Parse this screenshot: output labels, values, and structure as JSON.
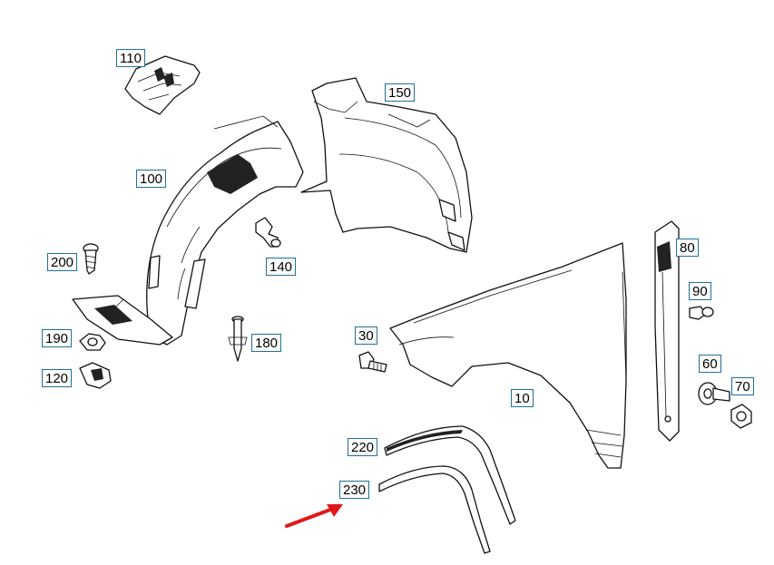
{
  "callouts": {
    "c110": "110",
    "c150": "150",
    "c100": "100",
    "c200": "200",
    "c140": "140",
    "c80": "80",
    "c90": "90",
    "c30": "30",
    "c180": "180",
    "c190": "190",
    "c120": "120",
    "c60": "60",
    "c70": "70",
    "c10": "10",
    "c220": "220",
    "c230": "230"
  },
  "colors": {
    "callout_border": "#1f6f9a",
    "arrow": "#e01818",
    "line": "#111111"
  }
}
